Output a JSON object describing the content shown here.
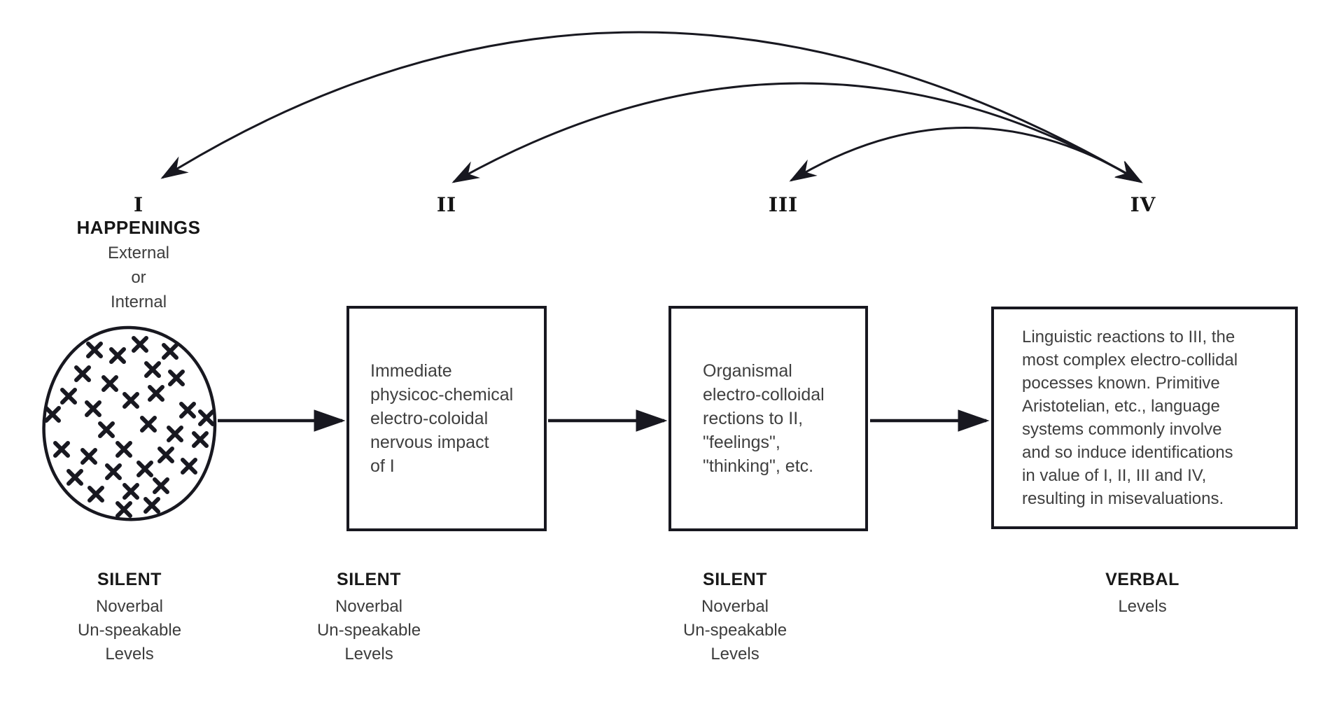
{
  "diagram": {
    "background_color": "#ffffff",
    "line_color": "#181820",
    "body_text_color": "#3f3f3f",
    "heading_text_color": "#161616",
    "levels": [
      {
        "numeral": "I",
        "header_title": "HAPPENINGS",
        "header_subtitle": "External\nor\nInternal",
        "content": "blob-of-x-marks",
        "footer_title": "SILENT",
        "footer_lines": "Noverbal\nUn-speakable\nLevels"
      },
      {
        "numeral": "II",
        "box_text": "Immediate\nphysicoc-chemical\nelectro-coloidal\nnervous impact\nof I",
        "footer_title": "SILENT",
        "footer_lines": "Noverbal\nUn-speakable\nLevels"
      },
      {
        "numeral": "III",
        "box_text": "Organismal\nelectro-colloidal\nrections to II,\n\"feelings\",\n\"thinking\", etc.",
        "footer_title": "SILENT",
        "footer_lines": "Noverbal\nUn-speakable\nLevels"
      },
      {
        "numeral": "IV",
        "box_text": "Linguistic reactions to III, the\nmost complex electro-collidal\npocesses known. Primitive\nAristotelian, etc., language\nsystems commonly involve\nand so induce identifications\nin value of I, II, III and IV,\nresulting in misevaluations.",
        "footer_title": "VERBAL",
        "footer_lines": "Levels"
      }
    ],
    "flow_arrows": [
      "I to II",
      "II to III",
      "III to IV"
    ],
    "feedback_arrows": [
      "IV to I",
      "IV to II",
      "IV to III"
    ]
  }
}
